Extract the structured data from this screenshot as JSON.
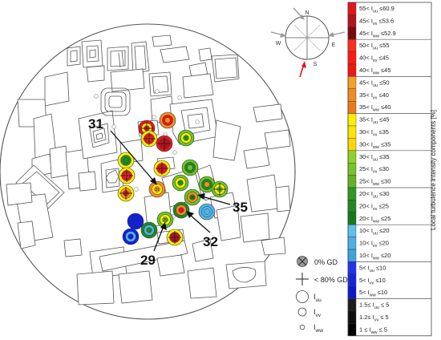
{
  "compass": {
    "north": "N",
    "east": "E",
    "south": "S",
    "west": "W"
  },
  "callouts": [
    "31",
    "29",
    "32",
    "35"
  ],
  "colorbar": {
    "title": "Local turbulence intensity components [%]",
    "bands": [
      {
        "color": "#e8141c",
        "lines": [
          [
            "55<",
            "I",
            "uu",
            "≤60.9"
          ],
          [
            "45<",
            "I",
            "vv",
            "≤53.6"
          ],
          [
            "45<",
            "I",
            "ww",
            "≤52.9"
          ]
        ],
        "rowColors": [
          "#e8141c",
          "#b4121a",
          "#7a0a0f"
        ]
      },
      {
        "color": "#ff2b1f",
        "lines": [
          [
            "50<",
            "I",
            "uu",
            "≤55"
          ],
          [
            "40<",
            "I",
            "vv",
            "≤45"
          ],
          [
            "40<",
            "I",
            "ww",
            "≤45"
          ]
        ],
        "rowColors": [
          "#ff2b1f",
          "#ff1a10",
          "#f01812"
        ]
      },
      {
        "color": "#f58c22",
        "lines": [
          [
            "45<",
            "I",
            "uu",
            "≤50"
          ],
          [
            "35<",
            "I",
            "vv",
            "≤40"
          ],
          [
            "35<",
            "I",
            "ww",
            "≤40"
          ]
        ],
        "rowColors": [
          "#f5a02a",
          "#f08a22",
          "#ec7a1e"
        ]
      },
      {
        "color": "#ffee00",
        "lines": [
          [
            "35<",
            "I",
            "uu",
            "≤45"
          ],
          [
            "30<",
            "I",
            "vv",
            "≤35"
          ],
          [
            "30<",
            "I",
            "ww",
            "≤35"
          ]
        ],
        "rowColors": [
          "#fff000",
          "#ffe600",
          "#ffd800"
        ]
      },
      {
        "color": "#6cc324",
        "lines": [
          [
            "30<",
            "I",
            "uu",
            "≤35"
          ],
          [
            "25<",
            "I",
            "vv",
            "≤30"
          ],
          [
            "25<",
            "I",
            "ww",
            "≤30"
          ]
        ],
        "rowColors": [
          "#8ed12a",
          "#76c426",
          "#62b422"
        ]
      },
      {
        "color": "#1f8a1f",
        "lines": [
          [
            "20<",
            "I",
            "uu",
            "≤30"
          ],
          [
            "20<",
            "I",
            "vv",
            "≤25"
          ],
          [
            "20<",
            "I",
            "ww",
            "≤25"
          ]
        ],
        "rowColors": [
          "#2a9a22",
          "#1e8a1e",
          "#147a18"
        ]
      },
      {
        "color": "#4fb3ea",
        "lines": [
          [
            "10<",
            "I",
            "uu",
            "≤20"
          ],
          [
            "10<",
            "I",
            "vv",
            "≤20"
          ],
          [
            "10<",
            "I",
            "ww",
            "≤20"
          ]
        ],
        "rowColors": [
          "#5cc0f0",
          "#4cb0e6",
          "#3ea2de"
        ]
      },
      {
        "color": "#1020e0",
        "lines": [
          [
            "5<",
            "I",
            "uu",
            "≤10"
          ],
          [
            "5<",
            "I",
            "vv",
            "≤10"
          ],
          [
            "5<",
            "I",
            "ww",
            "≤10"
          ]
        ],
        "rowColors": [
          "#2233ee",
          "#1626dc",
          "#0c1acb"
        ]
      },
      {
        "color": "#111111",
        "lines": [
          [
            "1.5≤",
            "I",
            "uu",
            "≤ 5"
          ],
          [
            "1.2≤",
            "I",
            "vv",
            "≤ 5"
          ],
          [
            "1 ≤",
            "I",
            "ww",
            "≤ 5"
          ]
        ],
        "rowColors": [
          "#1c1c1c",
          "#0e0e0e",
          "#000000"
        ]
      }
    ]
  },
  "symbol_key": {
    "gd0_label": "0% GD",
    "gd80_label": "< 80% GD",
    "iuu": {
      "main": "I",
      "sub": "uu"
    },
    "ivv": {
      "main": "I",
      "sub": "vv"
    },
    "iww": {
      "main": "I",
      "sub": "ww"
    }
  },
  "measurement_points": [
    {
      "id": "p1",
      "uu": "#e8141c",
      "vv": "#ffee00",
      "ww": "#e8141c",
      "gd": true
    },
    {
      "id": "p2",
      "uu": "#f58c22",
      "vv": "#e8141c",
      "ww": "#f58c22",
      "gd": false
    },
    {
      "id": "p3",
      "uu": "#ffee00",
      "vv": "#e8141c",
      "ww": "#ff2b1f",
      "gd": true
    },
    {
      "id": "p4",
      "uu": "#e8141c",
      "vv": "#b4121a",
      "ww": "#b4121a",
      "gd": true
    },
    {
      "id": "p5",
      "uu": "#ffee00",
      "vv": "#1f8a1f",
      "ww": "#1f8a1f",
      "gd": false
    },
    {
      "id": "p6",
      "uu": "#ffee00",
      "vv": "#e8141c",
      "ww": "#ff2b1f",
      "gd": true
    },
    {
      "id": "p7",
      "uu": "#ffee00",
      "vv": "#f58c22",
      "ww": "#e8141c",
      "gd": true
    },
    {
      "id": "p8",
      "uu": "#ffee00",
      "vv": "#e8141c",
      "ww": "#e8141c",
      "gd": true
    },
    {
      "id": "p9",
      "uu": "#f58c22",
      "vv": "#ffee00",
      "ww": "#f58c22",
      "gd": false,
      "label": "31"
    },
    {
      "id": "p10",
      "uu": "#6cc324",
      "vv": "#1f8a1f",
      "ww": "#6cc324",
      "gd": false
    },
    {
      "id": "p11",
      "uu": "#6cc324",
      "vv": "#ffee00",
      "ww": "#1f8a1f",
      "gd": false
    },
    {
      "id": "p12",
      "uu": "#6cc324",
      "vv": "#1f8a1f",
      "ww": "#f58c22",
      "gd": false
    },
    {
      "id": "p13",
      "uu": "#6cc324",
      "vv": "#f58c22",
      "ww": "#1f8a1f",
      "gd": false,
      "label": "35"
    },
    {
      "id": "p14",
      "uu": "#6cc324",
      "vv": "#ffee00",
      "ww": "#6cc324",
      "gd": true
    },
    {
      "id": "p15",
      "uu": "#4fb3ea",
      "vv": "#4fb3ea",
      "ww": "#4fb3ea",
      "gd": false
    },
    {
      "id": "p16",
      "uu": "#1020e0",
      "vv": "#1020e0",
      "ww": "#1020e0",
      "gd": false
    },
    {
      "id": "p17",
      "uu": "#6cc324",
      "vv": "#ffee00",
      "ww": "#6cc324",
      "gd": false,
      "label": "29"
    },
    {
      "id": "p18",
      "uu": "#1f8a1f",
      "vv": "#f58c22",
      "ww": "#e8141c",
      "gd": false
    },
    {
      "id": "p19",
      "uu": "#1f8a1f",
      "vv": "#4fb3ea",
      "ww": "#1f8a1f",
      "gd": false
    },
    {
      "id": "p20",
      "uu": "#1020e0",
      "vv": "#4fb3ea",
      "ww": "#1020e0",
      "gd": false
    },
    {
      "id": "p21",
      "uu": "#ffee00",
      "vv": "#b4121a",
      "ww": "#b4121a",
      "gd": true
    },
    {
      "id": "p22",
      "uu": "#6cc324",
      "vv": "#ffee00",
      "ww": "#1f8a1f",
      "gd": false
    }
  ]
}
